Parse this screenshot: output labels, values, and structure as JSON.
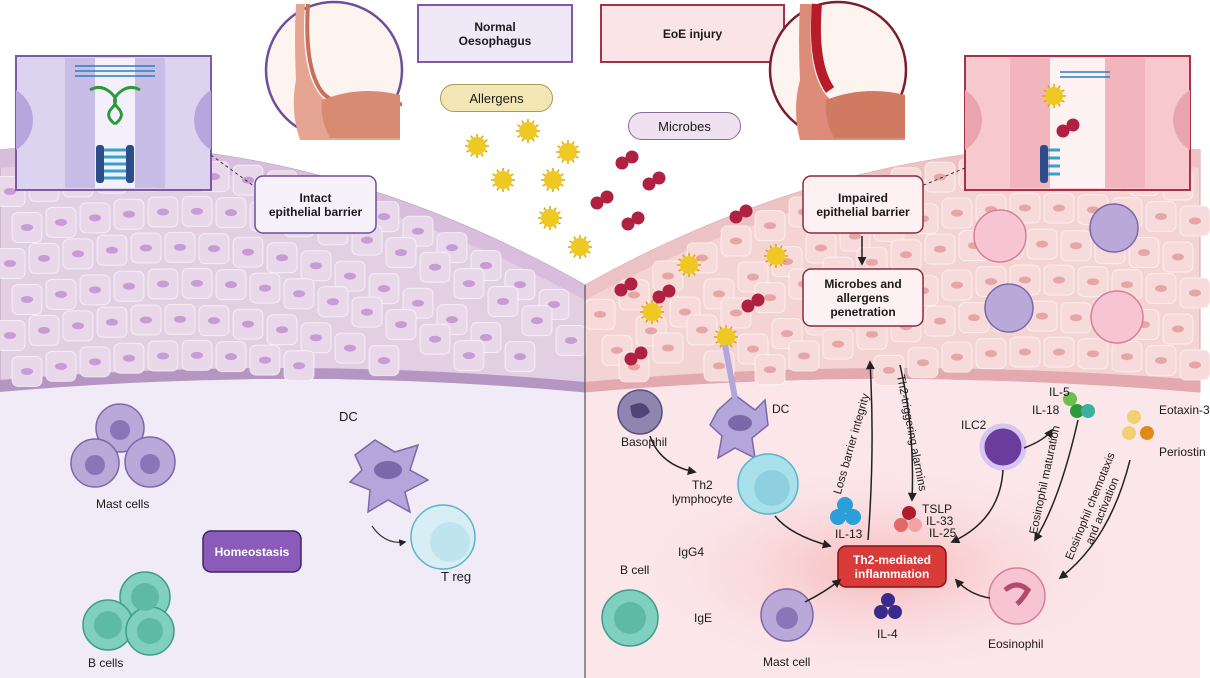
{
  "panels": {
    "normal_title": "Normal\nOesophagus",
    "eoe_title": "EoE injury"
  },
  "floating": {
    "allergens": "Allergens",
    "microbes": "Microbes"
  },
  "left": {
    "intact_barrier": "Intact\nepithelial barrier",
    "mast_cells": "Mast cells",
    "homeostasis": "Homeostasis",
    "b_cells": "B cells",
    "dc": "DC",
    "t_reg": "T reg"
  },
  "right": {
    "impaired_barrier": "Impaired\nepithelial barrier",
    "penetration": "Microbes and\nallergens\npenetration",
    "basophil": "Basophil",
    "dc": "DC",
    "th2_lymphocyte": "Th2\nlymphocyte",
    "loss_barrier": "Loss barrier integrity",
    "th2_alarmins": "Th2-triggering alarmins",
    "il13": "IL-13",
    "tslp": "TSLP",
    "il33": "IL-33",
    "il25": "IL-25",
    "ilc2": "ILC2",
    "il5": "IL-5",
    "il18": "IL-18",
    "eotaxin": "Eotaxin-3",
    "periostin": "Periostin",
    "eos_maturation": "Eosinophil maturation",
    "eos_chemotaxis": "Eosinophil chemotaxis\nand activation",
    "th2_inflammation": "Th2-mediated\ninflammation",
    "b_cell": "B cell",
    "igg4": "IgG4",
    "ige": "IgE",
    "il4": "IL-4",
    "mast_cell": "Mast cell",
    "eosinophil": "Eosinophil"
  },
  "colors": {
    "normal_accent": "#7b5aa6",
    "eoe_accent": "#a6324a",
    "inflammation_red": "#d93a3a",
    "allergen_yellow": "#e8c21f",
    "microbe_red": "#b02040",
    "b_cell_teal": "#6cc7b5",
    "th2_blue": "#8fd8e8",
    "ilc2_purple": "#6a3c9c",
    "homeostasis_purple": "#8a5bb8"
  }
}
